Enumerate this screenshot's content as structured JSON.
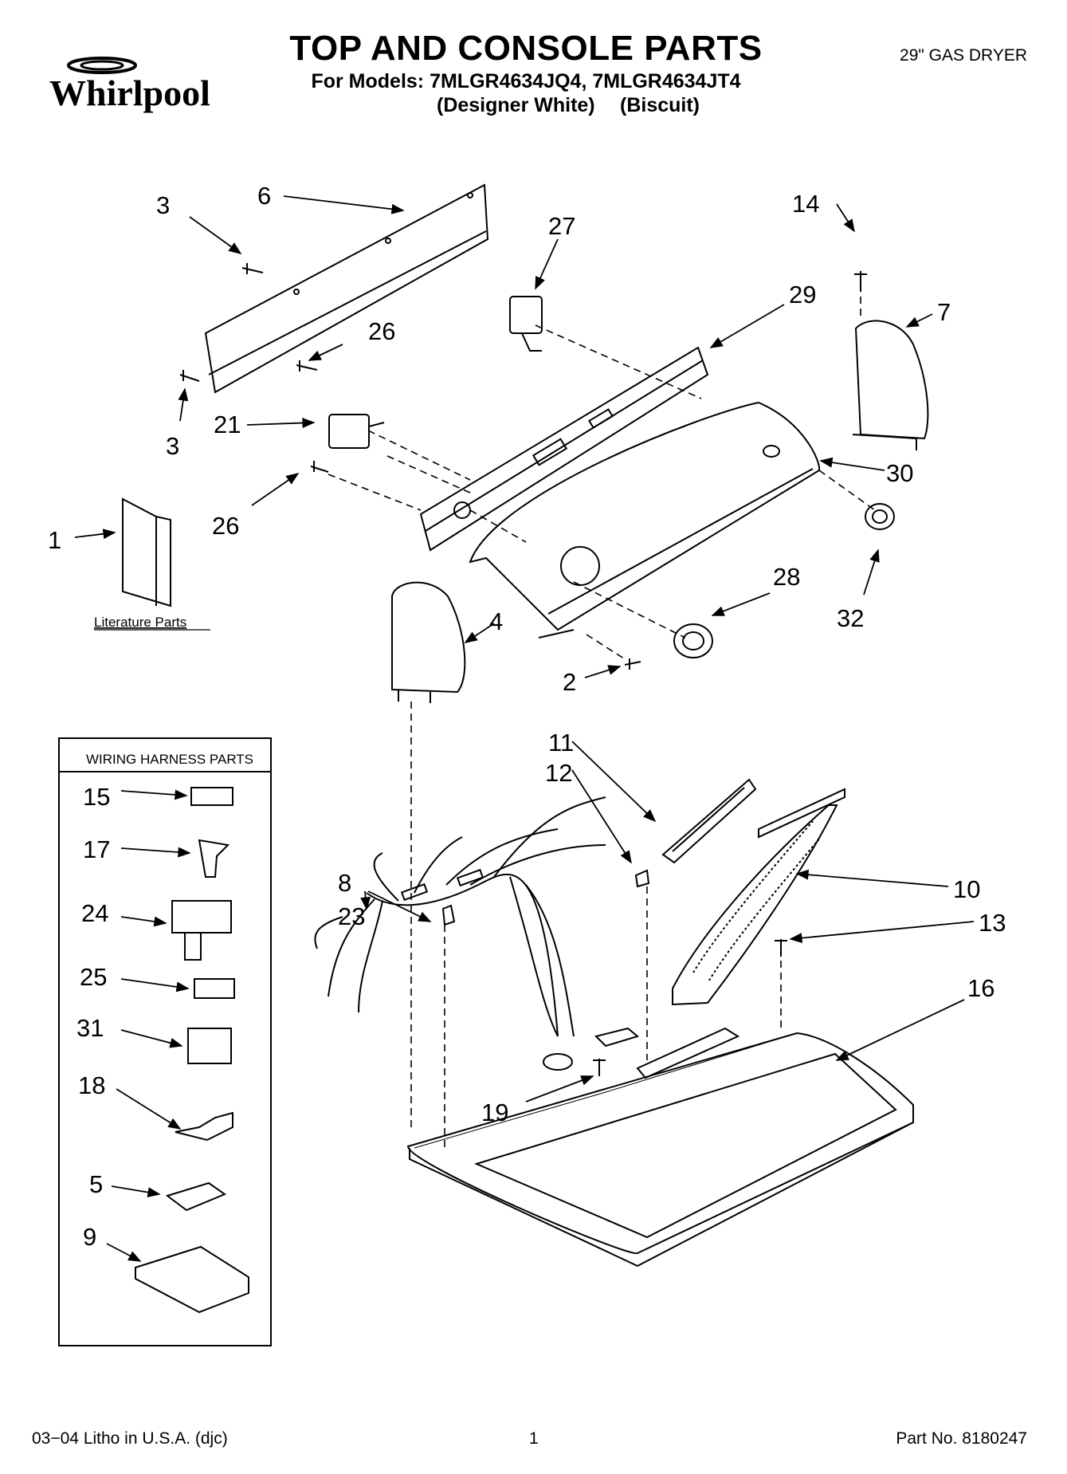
{
  "header": {
    "brand": "Whirlpool",
    "title": "TOP AND CONSOLE PARTS",
    "models_line": "For Models: 7MLGR4634JQ4, 7MLGR4634JT4",
    "variant_a": "(Designer White)",
    "variant_b": "(Biscuit)",
    "product_type": "29\" GAS DRYER"
  },
  "literature_label": "Literature Parts",
  "harness_box": {
    "title": "WIRING HARNESS PARTS"
  },
  "callouts": {
    "c1": "1",
    "c2": "2",
    "c3a": "3",
    "c3b": "3",
    "c4": "4",
    "c5": "5",
    "c6": "6",
    "c7": "7",
    "c8": "8",
    "c9": "9",
    "c10": "10",
    "c11": "11",
    "c12": "12",
    "c13": "13",
    "c14": "14",
    "c15": "15",
    "c16": "16",
    "c17": "17",
    "c18": "18",
    "c19": "19",
    "c21": "21",
    "c23": "23",
    "c24": "24",
    "c25": "25",
    "c26a": "26",
    "c26b": "26",
    "c27": "27",
    "c28": "28",
    "c29": "29",
    "c30": "30",
    "c31": "31",
    "c32": "32"
  },
  "footer": {
    "left": "03−04 Litho in U.S.A. (djc)",
    "page": "1",
    "part_no": "Part No. 8180247"
  }
}
